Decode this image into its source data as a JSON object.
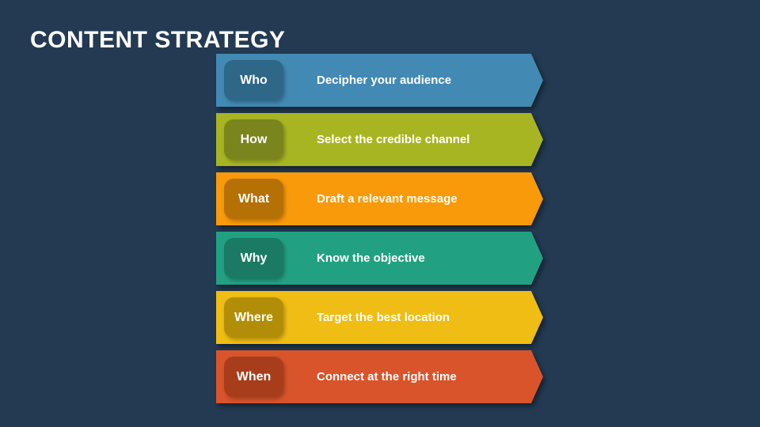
{
  "slide": {
    "title": "CONTENT STRATEGY",
    "colors": {
      "background": "#233A52",
      "title_text": "#FFFFFF",
      "banner_text": "#FFFFFF"
    },
    "items": [
      {
        "label": "Who",
        "description": "Decipher your audience",
        "banner_color": "#428AB4",
        "badge_color": "#2E6787"
      },
      {
        "label": "How",
        "description": "Select the credible channel",
        "banner_color": "#A8B522",
        "badge_color": "#7A851D"
      },
      {
        "label": "What",
        "description": "Draft a relevant message",
        "banner_color": "#F89A0A",
        "badge_color": "#B57006"
      },
      {
        "label": "Why",
        "description": "Know the objective",
        "banner_color": "#22A182",
        "badge_color": "#1A7A63"
      },
      {
        "label": "Where",
        "description": "Target the best location",
        "banner_color": "#EFBD13",
        "badge_color": "#B28E08"
      },
      {
        "label": "When",
        "description": "Connect at the right time",
        "banner_color": "#D9542B",
        "badge_color": "#A83D1B"
      }
    ]
  }
}
